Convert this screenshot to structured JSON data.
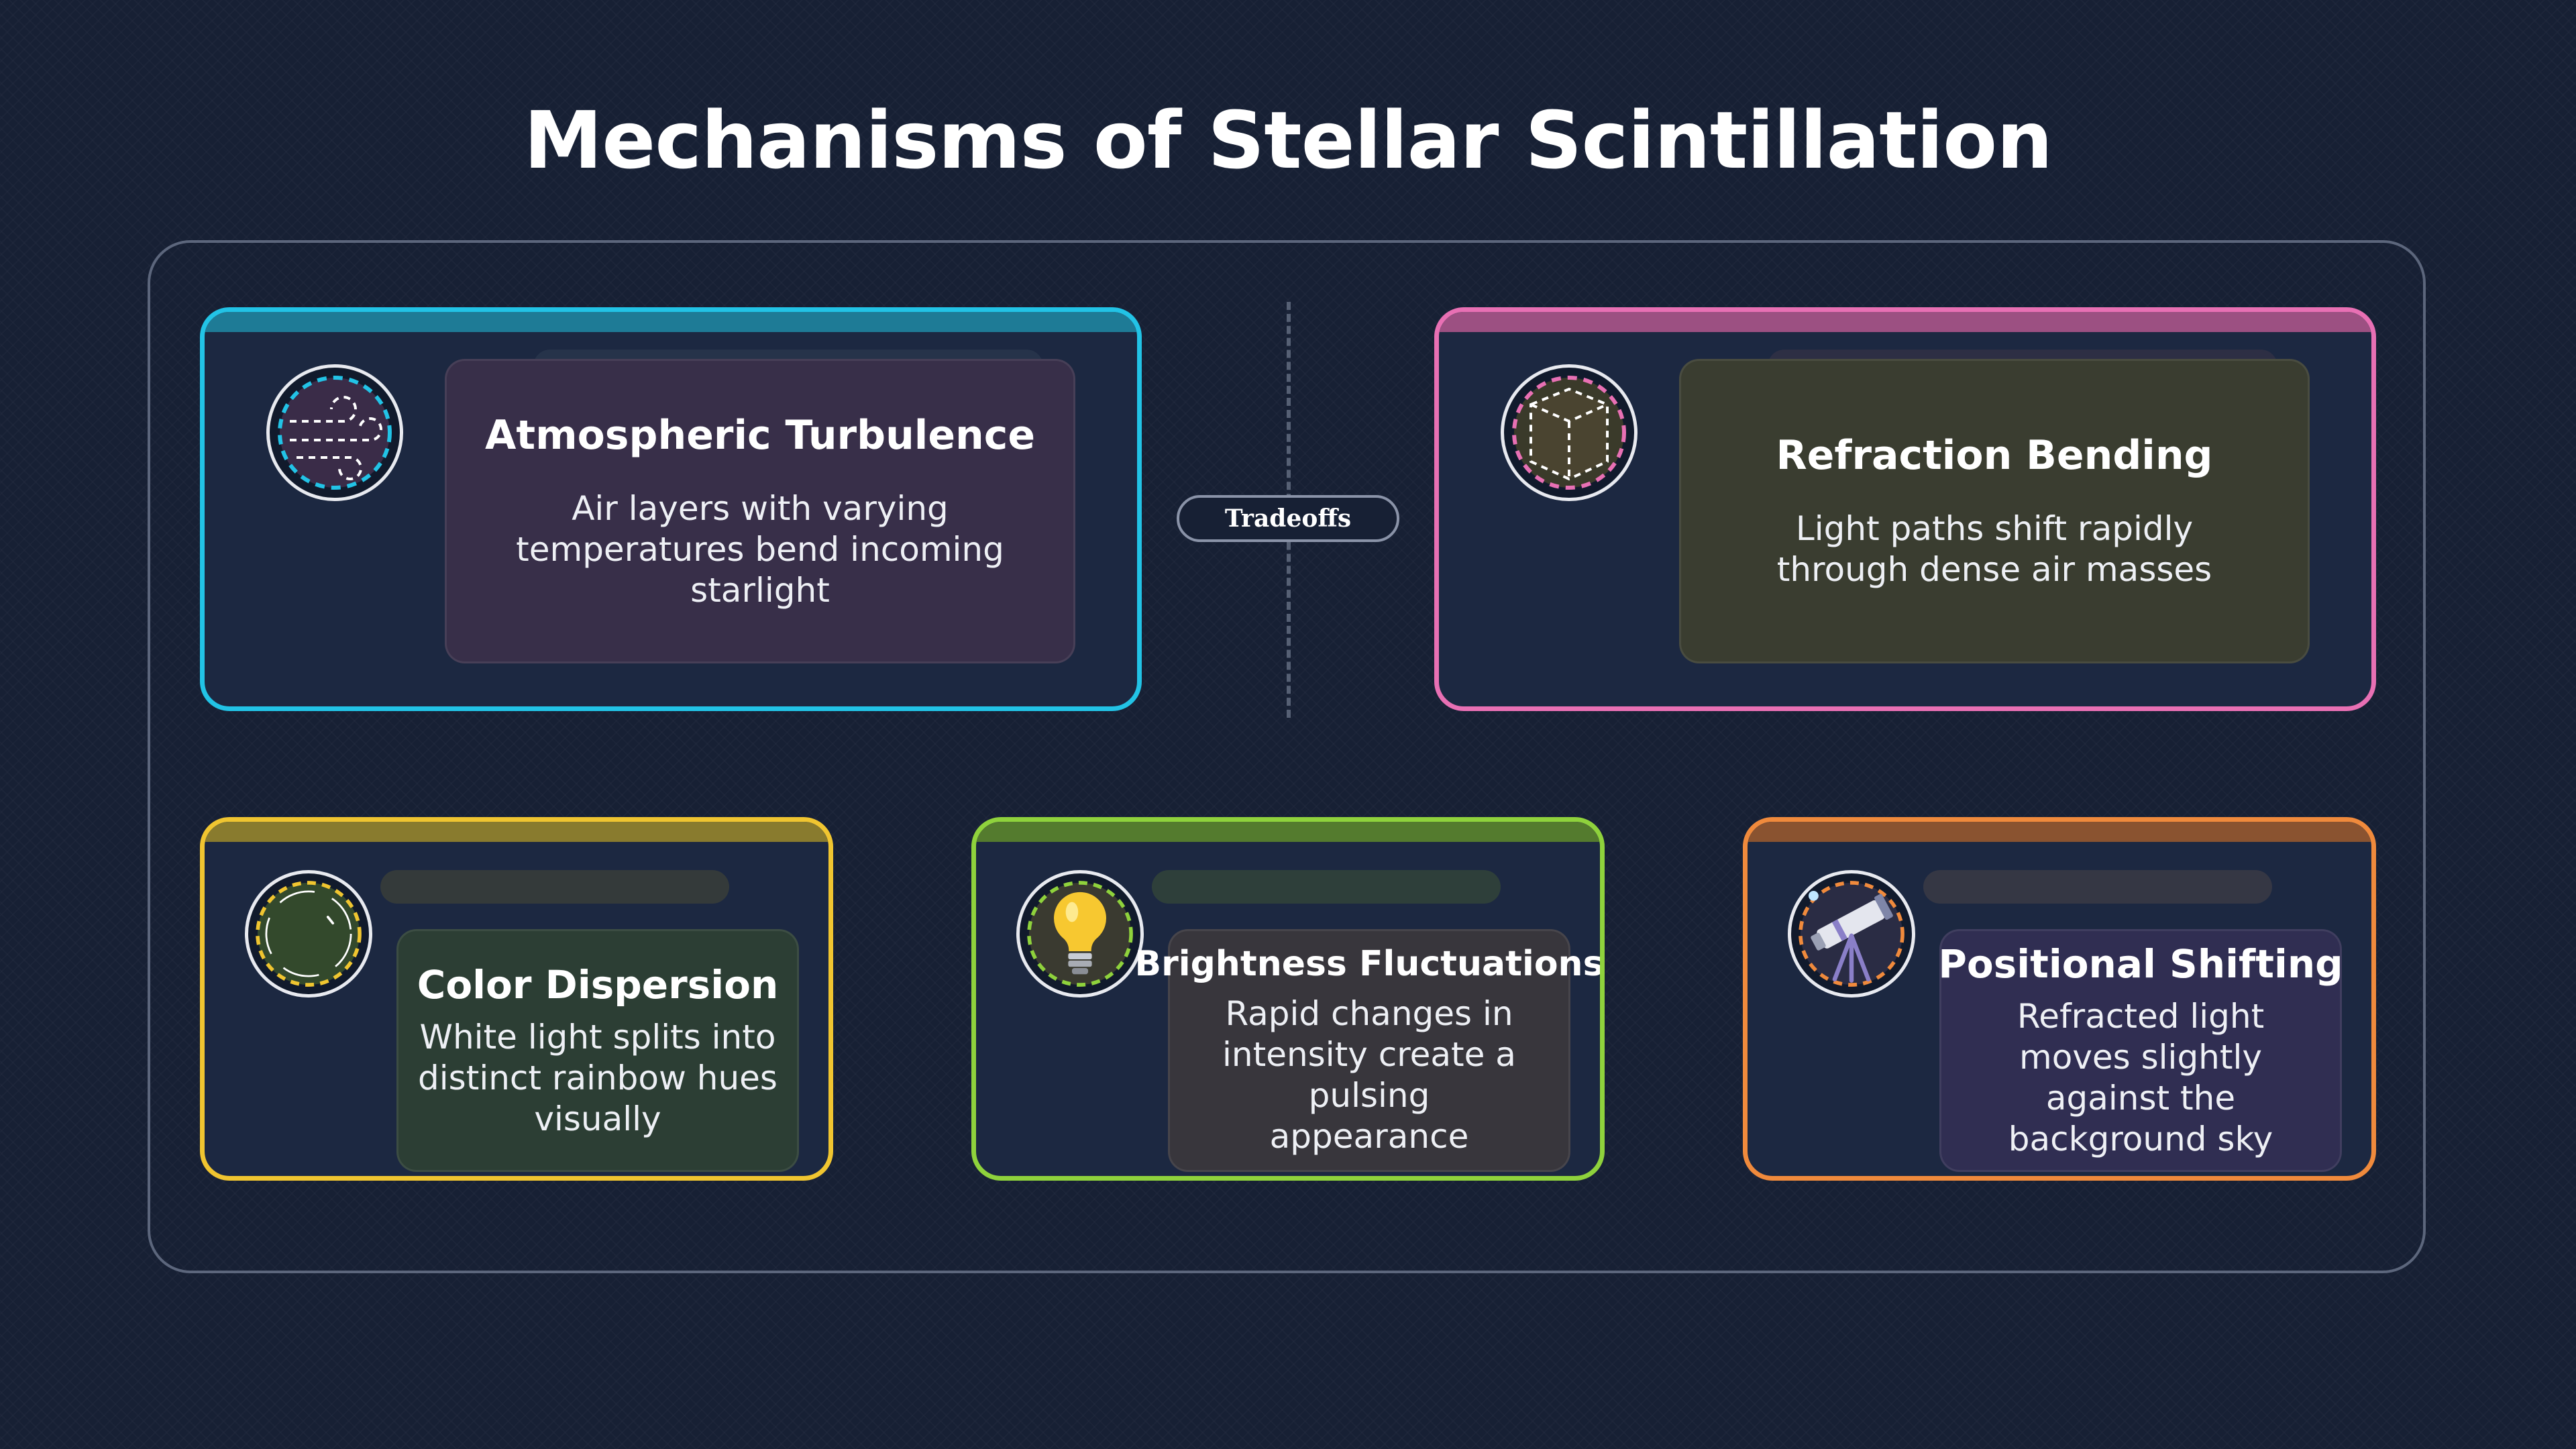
{
  "title": "Mechanisms of Stellar Scintillation",
  "divider_label": "Tradeoffs",
  "cards": [
    {
      "heading": "Atmospheric Turbulence",
      "description": "Air layers with varying temperatures bend incoming starlight",
      "accent": "#22c3e6",
      "icon": "wind-icon"
    },
    {
      "heading": "Refraction Bending",
      "description": "Light paths shift rapidly through dense air masses",
      "accent": "#e870b4",
      "icon": "prism-icon"
    },
    {
      "heading": "Color Dispersion",
      "description": "White light splits into distinct rainbow hues visually",
      "accent": "#f0c530",
      "icon": "color-circle-icon"
    },
    {
      "heading": "Brightness Fluctuations",
      "description": "Rapid changes in intensity create a pulsing appearance",
      "accent": "#8fd23c",
      "icon": "light-bulb-icon"
    },
    {
      "heading": "Positional Shifting",
      "description": "Refracted light moves slightly against the background sky",
      "accent": "#f08a3c",
      "icon": "telescope-icon"
    }
  ]
}
